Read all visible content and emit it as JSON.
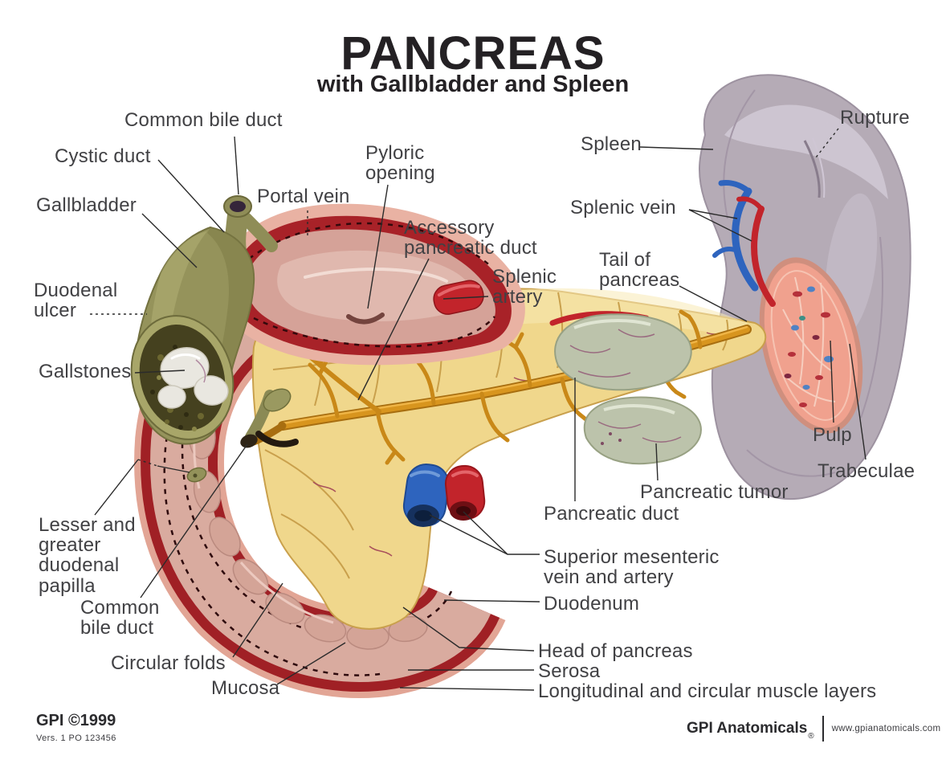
{
  "poster": {
    "title": "PANCREAS",
    "subtitle": "with Gallbladder and Spleen"
  },
  "labels": {
    "common_bile_duct_upper": "Common bile duct",
    "cystic_duct": "Cystic duct",
    "gallbladder": "Gallbladder",
    "portal_vein": "Portal vein",
    "duodenal_ulcer": "Duodenal\nulcer",
    "gallstones": "Gallstones",
    "lesser_greater_duodenal_papilla": "Lesser and\ngreater\nduodenal\npapilla",
    "common_bile_duct_lower": "Common\nbile duct",
    "circular_folds": "Circular folds",
    "mucosa": "Mucosa",
    "pyloric_opening": "Pyloric\nopening",
    "accessory_pancreatic_duct": "Accessory\npancreatic duct",
    "splenic_artery": "Splenic\nartery",
    "spleen": "Spleen",
    "rupture": "Rupture",
    "splenic_vein": "Splenic vein",
    "tail_of_pancreas": "Tail of\npancreas",
    "pulp": "Pulp",
    "trabeculae": "Trabeculae",
    "pancreatic_tumor": "Pancreatic tumor",
    "pancreatic_duct": "Pancreatic duct",
    "superior_mesenteric": "Superior mesenteric\nvein and artery",
    "duodenum": "Duodenum",
    "head_of_pancreas": "Head of pancreas",
    "serosa": "Serosa",
    "longitudinal_circular_muscle": "Longitudinal and circular muscle layers"
  },
  "footer": {
    "publisher": "GPI ©1999",
    "version": "Vers. 1  PO 123456",
    "brand": "GPI Anatomicals",
    "registered_mark": "®",
    "website": "www.gpianatomicals.com"
  },
  "colors": {
    "background": "#ffffff",
    "title_text": "#242124",
    "label_text": "#414144",
    "leader_line": "#2b2b2b",
    "gallbladder_olive": "#95935b",
    "gallbladder_interior": "#45411f",
    "gallstone_white": "#e9e7e0",
    "duodenum_serosa_pink": "#e2a595",
    "muscle_layer_red": "#a02025",
    "mucosa_pink": "#d9ab9f",
    "pancreas_yellow": "#f0d78c",
    "pancreatic_duct_orange": "#d8951e",
    "tumor_gray_green": "#bcc3ab",
    "artery_red": "#c2242b",
    "vein_blue": "#2e64be",
    "spleen_gray": "#b5abb6",
    "pulp_pink": "#f0a18e"
  }
}
